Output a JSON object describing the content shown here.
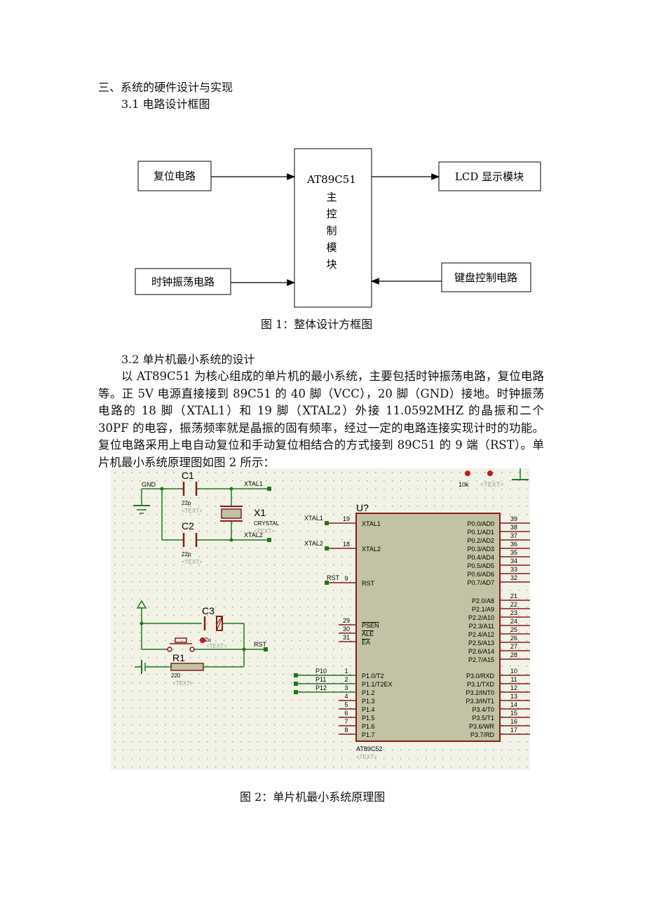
{
  "section_title": "三、系统的硬件设计与实现",
  "sub_31": "3.1  电路设计框图",
  "fig1": {
    "reset_box": "复位电路",
    "clock_box": "时钟振荡电路",
    "mcu_chip": "AT89C51",
    "mcu_chars": [
      "主",
      "控",
      "制",
      "模",
      "块"
    ],
    "lcd_box": "LCD 显示模块",
    "keyboard_box": "键盘控制电路",
    "caption": "图 1：整体设计方框图"
  },
  "sub_32": "3.2  单片机最小系统的设计",
  "paragraph": "以 AT89C51 为核心组成的单片机的最小系统，主要包括时钟振荡电路，复位电路等。正 5V 电源直接接到 89C51 的 40 脚（VCC），20 脚（GND）接地。时钟振荡电路的 18 脚（XTAL1）和 19 脚（XTAL2）外接 11.0592MHZ 的晶振和二个 30PF 的电容，振荡频率就是晶振的固有频率，经过一定的电路连接实现计时的功能。复位电路采用上电自动复位和手动复位相结合的方式接到 89C51 的 9 端（RST）。单片机最小系统原理图如图 2 所示：",
  "fig2": {
    "caption": "图 2：单片机最小系统原理图",
    "top": {
      "res": "10k",
      "text": "<TEXT>"
    },
    "crystal": {
      "gnd": "GND",
      "xtal1_net": "XTAL1",
      "xtal2_net": "XTAL2",
      "c1": "C1",
      "c1_val": "22p",
      "c1_text": "<TEXT>",
      "c2": "C2",
      "c2_val": "22p",
      "c2_text": "<TEXT>",
      "x1": "X1",
      "x1_val": "CRYSTAL",
      "x1_text": "<TEXT>"
    },
    "reset": {
      "c3": "C3",
      "c3_val": "2u",
      "c3_text": "<TEXT>",
      "r1": "R1",
      "r1_val": "220",
      "r1_text": "<TEXT>",
      "rst_net": "RST"
    },
    "chip": {
      "ref": "U?",
      "part": "AT89C52",
      "text": "<TEXT>",
      "left_ext_nets": [
        "XTAL1",
        "XTAL2",
        "RST"
      ],
      "left_top": [
        {
          "num": "19",
          "name": "XTAL1"
        },
        {
          "num": "18",
          "name": "XTAL2"
        },
        {
          "num": "9",
          "name": "RST"
        }
      ],
      "left_mid": [
        {
          "num": "29",
          "name": "PSEN"
        },
        {
          "num": "30",
          "name": "ALE"
        },
        {
          "num": "31",
          "name": "EA"
        }
      ],
      "p1_nets": [
        "P10",
        "P11",
        "P12"
      ],
      "left_p1": [
        {
          "num": "1",
          "name": "P1.0/T2"
        },
        {
          "num": "2",
          "name": "P1.1/T2EX"
        },
        {
          "num": "3",
          "name": "P1.2"
        },
        {
          "num": "4",
          "name": "P1.3"
        },
        {
          "num": "5",
          "name": "P1.4"
        },
        {
          "num": "6",
          "name": "P1.5"
        },
        {
          "num": "7",
          "name": "P1.6"
        },
        {
          "num": "8",
          "name": "P1.7"
        }
      ],
      "right_p0": [
        {
          "num": "39",
          "name": "P0.0/AD0"
        },
        {
          "num": "38",
          "name": "P0.1/AD1"
        },
        {
          "num": "37",
          "name": "P0.2/AD2"
        },
        {
          "num": "36",
          "name": "P0.3/AD3"
        },
        {
          "num": "35",
          "name": "P0.4/AD4"
        },
        {
          "num": "34",
          "name": "P0.5/AD5"
        },
        {
          "num": "33",
          "name": "P0.6/AD6"
        },
        {
          "num": "32",
          "name": "P0.7/AD7"
        }
      ],
      "right_p2": [
        {
          "num": "21",
          "name": "P2.0/A8"
        },
        {
          "num": "22",
          "name": "P2.1/A9"
        },
        {
          "num": "23",
          "name": "P2.2/A10"
        },
        {
          "num": "24",
          "name": "P2.3/A11"
        },
        {
          "num": "25",
          "name": "P2.4/A12"
        },
        {
          "num": "26",
          "name": "P2.5/A13"
        },
        {
          "num": "27",
          "name": "P2.6/A14"
        },
        {
          "num": "28",
          "name": "P2.7/A15"
        }
      ],
      "right_p3": [
        {
          "num": "10",
          "name": "P3.0/RXD"
        },
        {
          "num": "11",
          "name": "P3.1/TXD"
        },
        {
          "num": "12",
          "name": "P3.2/INT0"
        },
        {
          "num": "13",
          "name": "P3.3/INT1"
        },
        {
          "num": "14",
          "name": "P3.4/T0"
        },
        {
          "num": "15",
          "name": "P3.5/T1"
        },
        {
          "num": "16",
          "name": "P3.6/WR"
        },
        {
          "num": "17",
          "name": "P3.7/RD"
        }
      ]
    }
  },
  "colors": {
    "wire": "#1a7a1a",
    "component": "#8b1a1a",
    "chip_fill": "#c2c2a4",
    "grid_bg": "#f2f2e6",
    "gray_text": "#9a9a9a"
  }
}
